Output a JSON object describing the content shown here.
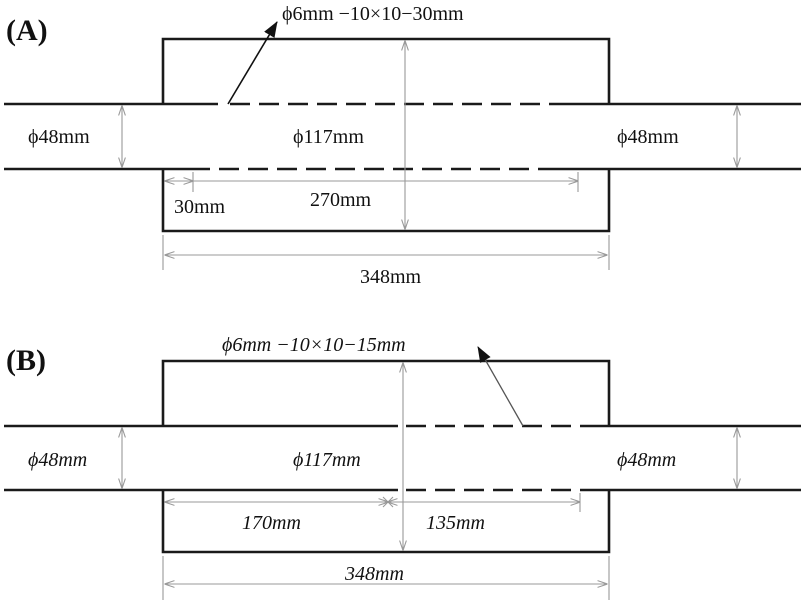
{
  "panel_a": {
    "label": "(A)",
    "top_note": "ϕ6mm −10×10−30mm",
    "left_dia": "ϕ48mm",
    "center_dia": "ϕ117mm",
    "right_dia": "ϕ48mm",
    "offset": "30mm",
    "hole_span": "270mm",
    "total": "348mm"
  },
  "panel_b": {
    "label": "(B)",
    "top_note": "ϕ6mm −10×10−15mm",
    "left_dia": "ϕ48mm",
    "center_dia": "ϕ117mm",
    "right_dia": "ϕ48mm",
    "solid_span": "170mm",
    "hole_span": "135mm",
    "total": "348mm"
  }
}
